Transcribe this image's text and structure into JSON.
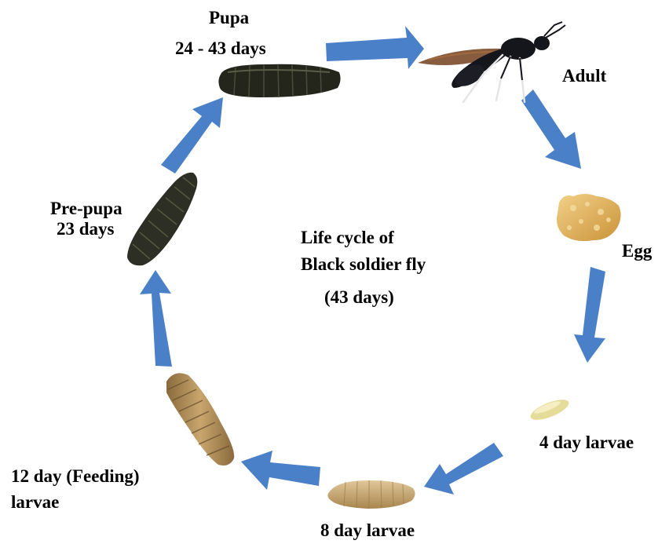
{
  "diagram": {
    "center_title": {
      "line1": "Life cycle of",
      "line2": "Black soldier fly",
      "line3": "(43 days)"
    },
    "stages": {
      "pupa": {
        "name": "Pupa",
        "duration": "24 - 43 days"
      },
      "adult": {
        "name": "Adult"
      },
      "egg": {
        "name": "Egg"
      },
      "larvae_4": {
        "name": "4 day larvae"
      },
      "larvae_8": {
        "name": "8 day larvae"
      },
      "larvae_12": {
        "line1": "12 day (Feeding)",
        "line2": "larvae"
      },
      "prepupa": {
        "name": "Pre-pupa",
        "duration": "23 days"
      }
    },
    "colors": {
      "arrow": "#4a80c8",
      "pupa_body": "#24261c",
      "prepupa_body": "#2e2f24",
      "larvae_12_body": "#b08c58",
      "larvae_8_body": "#c7a775",
      "larvae_4_body": "#e6dc9a",
      "egg_mass": "#e2b55a",
      "adult_body": "#15151c",
      "adult_wing": "#7a4a2a"
    },
    "icons": [
      "pupa-image",
      "adult-fly-image",
      "egg-cluster-image",
      "larva-4-day-image",
      "larva-8-day-image",
      "larva-12-day-image",
      "prepupa-image"
    ]
  }
}
